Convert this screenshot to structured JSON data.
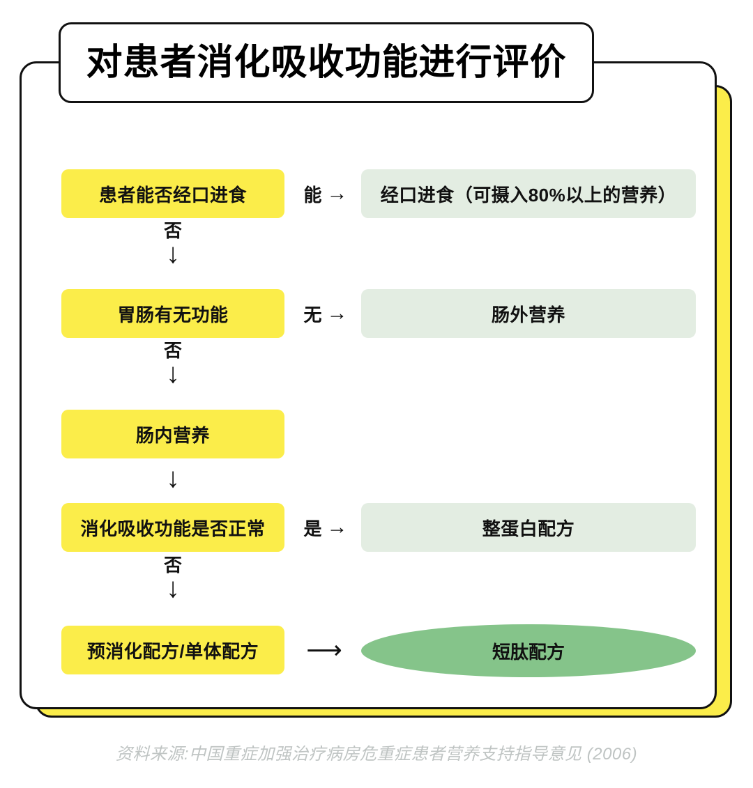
{
  "title": "对患者消化吸收功能进行评价",
  "colors": {
    "yellow": "#FBED4A",
    "light_green": "#E3EDE2",
    "dark_green": "#85C48A",
    "border": "#111111",
    "footer_text": "#BFC4C3"
  },
  "flow": {
    "rows": [
      {
        "decision": "患者能否经口进食",
        "branch_label": "能",
        "branch_arrow": "→",
        "outcome": "经口进食（可摄入80%以上的营养）",
        "outcome_shape": "rect-green"
      },
      {
        "decision": "胃肠有无功能",
        "branch_label": "无",
        "branch_arrow": "→",
        "outcome": "肠外营养",
        "outcome_shape": "rect-green"
      },
      {
        "decision": "肠内营养",
        "branch_label": "",
        "branch_arrow": "",
        "outcome": "",
        "outcome_shape": "none"
      },
      {
        "decision": "消化吸收功能是否正常",
        "branch_label": "是",
        "branch_arrow": "→",
        "outcome": "整蛋白配方",
        "outcome_shape": "rect-green"
      },
      {
        "decision": "预消化配方/单体配方",
        "branch_label": "",
        "branch_arrow": "⟶",
        "outcome": "短肽配方",
        "outcome_shape": "ellipse-green"
      }
    ],
    "connectors": [
      {
        "label": "否",
        "arrow": "↓"
      },
      {
        "label": "否",
        "arrow": "↓"
      },
      {
        "label": "",
        "arrow": "↓"
      },
      {
        "label": "否",
        "arrow": "↓"
      }
    ]
  },
  "footer": {
    "source": "资料来源:中国重症加强治疗病房危重症患者营养支持指导意见 (2006)"
  }
}
